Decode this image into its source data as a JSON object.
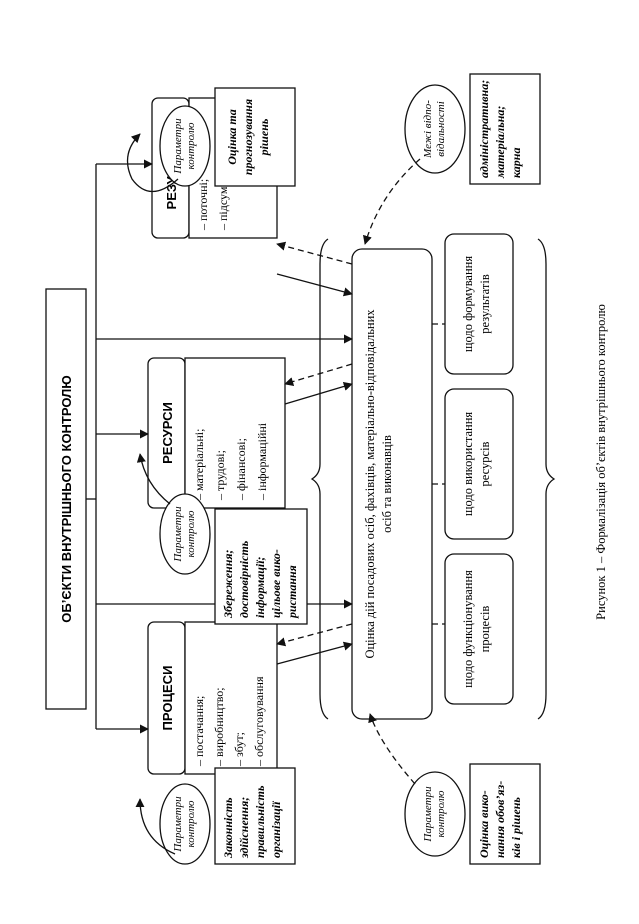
{
  "title": "ОБ’ЄКТИ ВНУТРІШНЬОГО КОНТРОЛЮ",
  "processes": {
    "title": "ПРОЦЕСИ",
    "items": [
      "– постачання;",
      "– виробництво;",
      "– збут;",
      "– обслуговування"
    ]
  },
  "resources": {
    "title": "РЕСУРСИ",
    "items": [
      "– матеріальні;",
      "– трудові;",
      "– фінансові;",
      "– інформаційні"
    ]
  },
  "results": {
    "title": "РЕЗУЛЬТАТИ",
    "items": [
      "– поточні;",
      "– підсумкові"
    ]
  },
  "assessment": {
    "lines": [
      "Оцінка дій посадових осіб, фахівців, матеріально-відповідальних",
      "осіб та виконавців"
    ]
  },
  "sub_assessments": {
    "functioning": [
      "щодо функціонування",
      "процесів"
    ],
    "usage": [
      "щодо використання",
      "ресурсів"
    ],
    "formation": [
      "щодо формування",
      "результатів"
    ]
  },
  "control_params": {
    "label_lines": [
      "Параметри",
      "контролю"
    ],
    "results": [
      "Оцінка та",
      "прогнозування",
      "рішень"
    ],
    "resources": [
      "Збереження;",
      "достовірність",
      "інформації;",
      "цільове вико-",
      "ристання"
    ],
    "processes": [
      "Законність",
      "здійснення;",
      "правильність",
      "організації"
    ]
  },
  "responsibility": {
    "label_lines": [
      "Межі відпо-",
      "відальності"
    ],
    "types": [
      "адміністративна;",
      "матеріальна;",
      "карна"
    ]
  },
  "execution": {
    "label_lines": [
      "Параметри",
      "контролю"
    ],
    "text": [
      "Оцінка вико-",
      "нання обов’яз-",
      "ків і рішень"
    ]
  },
  "caption": "Рисунок 1 – Формалізація об’єктів внутрішнього контролю"
}
